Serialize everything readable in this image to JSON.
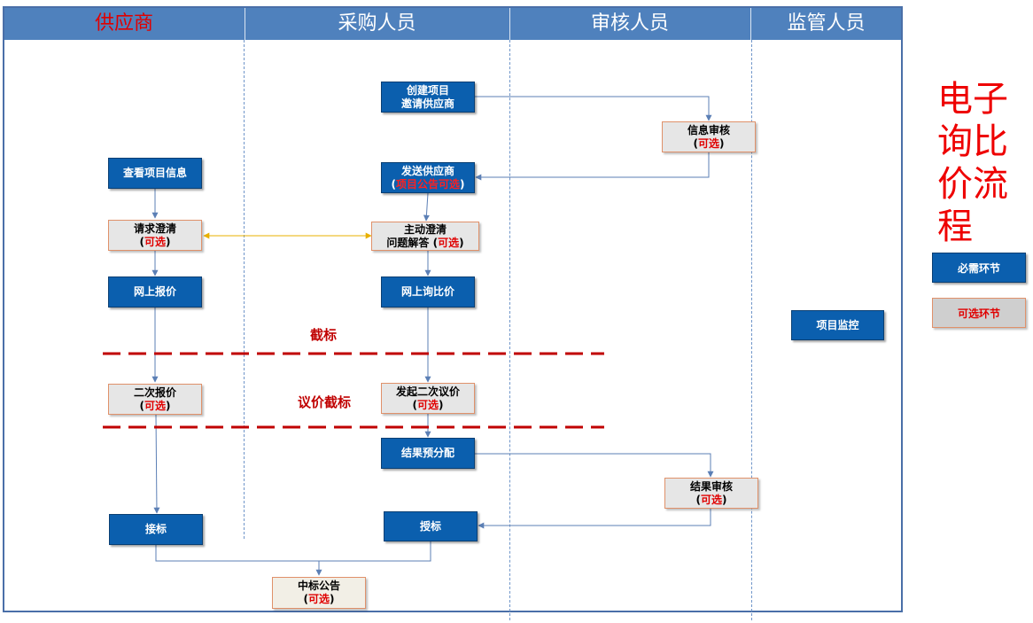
{
  "lanes": {
    "supplier": "供应商",
    "buyer": "采购人员",
    "reviewer": "审核人员",
    "supervisor": "监管人员"
  },
  "side_title": "电子询比价流程",
  "legend": {
    "required": "必需环节",
    "optional": "可选环节"
  },
  "optional_tag": "可选",
  "boxes": {
    "create_project_1": "创建项目",
    "create_project_2": "邀请供应商",
    "info_review": "信息审核",
    "view_project": "查看项目信息",
    "send_supplier": "发送供应商",
    "send_supplier_note": "项目公告可选",
    "request_clarify": "请求澄清",
    "active_clarify_1": "主动澄清",
    "active_clarify_2": "问题解答",
    "online_quote": "网上报价",
    "online_inquiry": "网上询比价",
    "second_quote": "二次报价",
    "second_negotiation": "发起二次议价",
    "pre_allocate": "结果预分配",
    "result_review": "结果审核",
    "accept_bid": "接标",
    "award_bid": "授标",
    "award_notice": "中标公告",
    "project_monitor": "项目监控"
  },
  "cutoffs": {
    "cut1": "截标",
    "cut2": "议价截标"
  },
  "colors": {
    "header": "#4f81bd",
    "required": "#0b5fae",
    "optional": "#e6e6e6",
    "cutoff_line": "#c00000",
    "accent_red": "#e00000"
  }
}
